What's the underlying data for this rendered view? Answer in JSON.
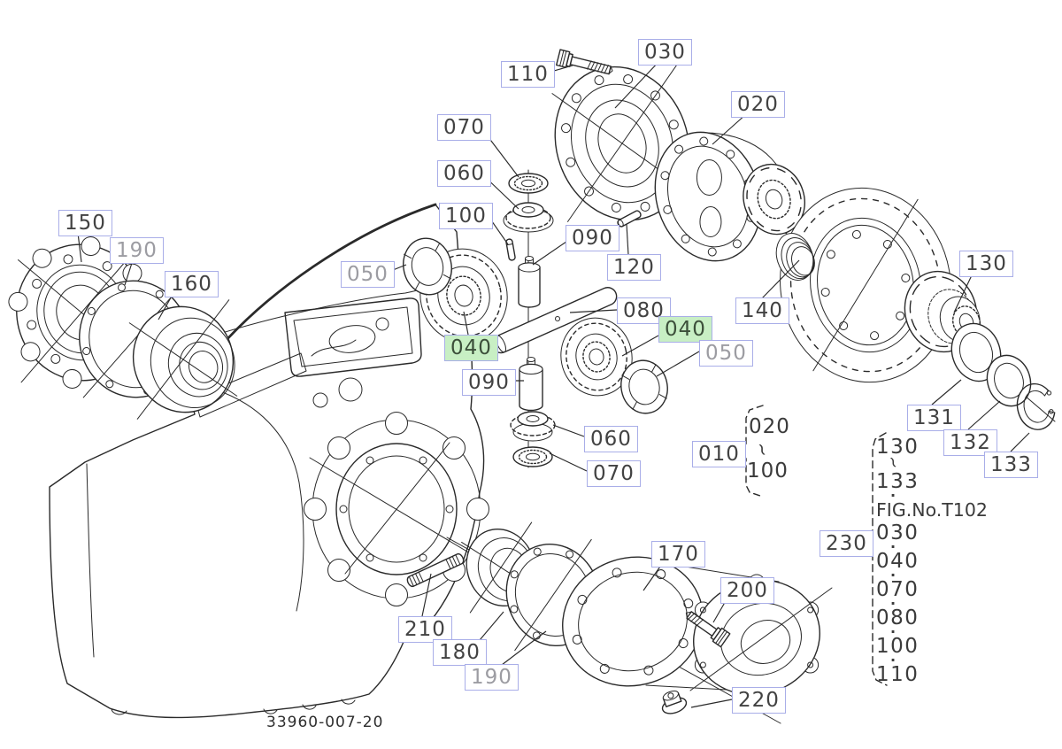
{
  "figure": {
    "title_context": "exploded parts diagram - differential gear / transaxle case",
    "drawing_number": "33960-007-20",
    "accent_box_border": "#a9aee8",
    "highlight_fill": "#c8efc4",
    "dim_text_color": "#9c9ca2",
    "callouts": [
      {
        "text": "110",
        "state": "normal"
      },
      {
        "text": "030",
        "state": "normal"
      },
      {
        "text": "020",
        "state": "normal"
      },
      {
        "text": "070",
        "state": "normal"
      },
      {
        "text": "060",
        "state": "normal"
      },
      {
        "text": "100",
        "state": "normal"
      },
      {
        "text": "090",
        "state": "normal"
      },
      {
        "text": "120",
        "state": "normal"
      },
      {
        "text": "140",
        "state": "normal"
      },
      {
        "text": "150",
        "state": "normal"
      },
      {
        "text": "190",
        "state": "dim"
      },
      {
        "text": "160",
        "state": "normal"
      },
      {
        "text": "050",
        "state": "dim"
      },
      {
        "text": "040",
        "state": "highlighted"
      },
      {
        "text": "090",
        "state": "normal"
      },
      {
        "text": "080",
        "state": "normal"
      },
      {
        "text": "040",
        "state": "highlighted"
      },
      {
        "text": "050",
        "state": "dim"
      },
      {
        "text": "060",
        "state": "normal"
      },
      {
        "text": "070",
        "state": "normal"
      },
      {
        "text": "010",
        "state": "normal"
      },
      {
        "text": "130",
        "state": "normal"
      },
      {
        "text": "131",
        "state": "normal"
      },
      {
        "text": "132",
        "state": "normal"
      },
      {
        "text": "133",
        "state": "normal"
      },
      {
        "text": "230",
        "state": "normal"
      },
      {
        "text": "170",
        "state": "normal"
      },
      {
        "text": "200",
        "state": "normal"
      },
      {
        "text": "210",
        "state": "normal"
      },
      {
        "text": "180",
        "state": "normal"
      },
      {
        "text": "190",
        "state": "dim"
      },
      {
        "text": "220",
        "state": "normal"
      }
    ],
    "range_bracket": {
      "label_ref": "010",
      "top": "020",
      "tilde": "~",
      "bottom": "100"
    },
    "ref_list": {
      "label_ref": "230",
      "items": [
        {
          "text": "130",
          "cls": "num"
        },
        {
          "text": "~",
          "cls": "tilde"
        },
        {
          "text": "133",
          "cls": "num"
        },
        {
          "text": "·",
          "cls": "dot"
        },
        {
          "text": "FIG.No.T102",
          "cls": "figno"
        },
        {
          "text": "030",
          "cls": "num"
        },
        {
          "text": "·",
          "cls": "dot"
        },
        {
          "text": "040",
          "cls": "num"
        },
        {
          "text": "·",
          "cls": "dot"
        },
        {
          "text": "070",
          "cls": "num"
        },
        {
          "text": "·",
          "cls": "dot"
        },
        {
          "text": "080",
          "cls": "num"
        },
        {
          "text": "·",
          "cls": "dot"
        },
        {
          "text": "100",
          "cls": "num"
        },
        {
          "text": "·",
          "cls": "dot"
        },
        {
          "text": "110",
          "cls": "num"
        }
      ]
    }
  }
}
